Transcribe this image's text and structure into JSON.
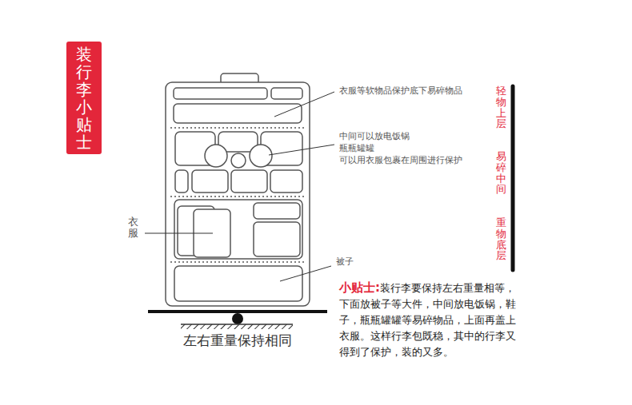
{
  "diagram": {
    "title": "装行李小贴士",
    "caption": "左右重量保持相同",
    "labels": [
      "衣服等软物品保护底下易碎物品",
      "中间可以放电饭锅 瓶瓶罐罐 可以用衣服包裹在周围进行保护",
      "衣服",
      "被子",
      "轻物上层",
      "易碎中间",
      "重物底层",
      "小贴士:",
      "装行李要保持左右重量相等，下面放被子等大件，中间放电饭锅，鞋子，瓶瓶罐罐等易碎物品，上面再盖上衣服。这样行李包既稳，其中的行李又得到了保护，装的又多。"
    ]
  }
}
